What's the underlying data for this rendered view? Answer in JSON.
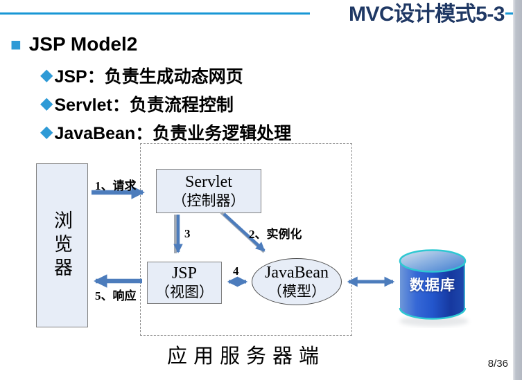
{
  "header": {
    "title": "MVC设计模式5-3"
  },
  "bullets": {
    "heading": "JSP Model2",
    "items": [
      "JSP：负责生成动态网页",
      "Servlet：负责流程控制",
      "JavaBean：负责业务逻辑处理"
    ]
  },
  "icons": {
    "square_bullet": "■",
    "diamond_bullet": "◆"
  },
  "diagram": {
    "browser_label": "浏览器",
    "servlet_title": "Servlet",
    "servlet_subtitle": "（控制器）",
    "jsp_title": "JSP",
    "jsp_subtitle": "（视图）",
    "javabean_title": "JavaBean",
    "javabean_subtitle": "（模型）",
    "database_label": "数据库",
    "caption": "应用服务器端",
    "arrow_labels": {
      "request": "1、请求",
      "instantiate": "2、实例化",
      "forward": "3",
      "interact": "4",
      "response": "5、响应"
    }
  },
  "footer": {
    "page_indicator": "8/36"
  },
  "colors": {
    "accent_line": "#1897D5",
    "title": "#1F3864",
    "bullet": "#2E9AD6",
    "arrow": "#4C7CBC",
    "box_fill": "#E7EDF7",
    "box_border": "#7F7F7F",
    "db_cyan": "#2EC8D2",
    "db_blue": "#2356CC"
  }
}
